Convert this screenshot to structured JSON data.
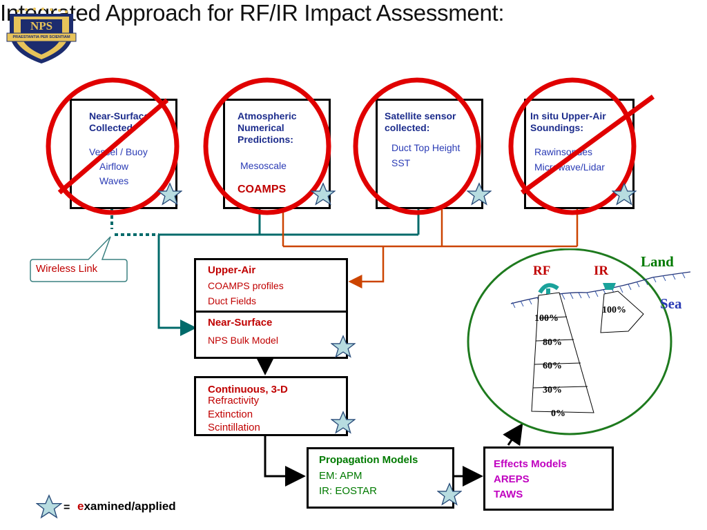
{
  "title": "Integrated Approach for RF/IR Impact Assessment:",
  "logo": {
    "text": "NPS",
    "motto": "PRAESTANTIA PER SCIENTIAM"
  },
  "sources": [
    {
      "heading": "Near-Surface Collected:",
      "lines": [
        "Vessel / Buoy",
        "Airflow",
        "Waves"
      ],
      "status": "crossed-out"
    },
    {
      "heading": "Atmospheric Numerical Predictions:",
      "lines": [
        "Mesoscale"
      ],
      "highlight": "COAMPS",
      "status": "circled"
    },
    {
      "heading": "Satellite sensor collected:",
      "lines": [
        "Duct Top Height",
        "SST"
      ],
      "status": "circled"
    },
    {
      "heading": "In situ Upper-Air Soundings:",
      "lines": [
        "Rawinsondes",
        "Microwave/Lidar"
      ],
      "status": "crossed-out"
    }
  ],
  "wireless_link": "Wireless Link",
  "upper_air": {
    "heading": "Upper-Air",
    "lines": [
      "COAMPS profiles",
      "Duct Fields"
    ]
  },
  "near_surface": {
    "heading": "Near-Surface",
    "lines": [
      "NPS Bulk Model"
    ]
  },
  "continuous": {
    "heading": "Continuous, 3-D",
    "lines": [
      "Refractivity",
      "Extinction",
      "Scintillation"
    ]
  },
  "propagation": {
    "heading": "Propagation Models",
    "lines": [
      "EM:  APM",
      "IR:  EOSTAR"
    ]
  },
  "effects": {
    "heading": "Effects Models",
    "lines": [
      "AREPS",
      "TAWS"
    ]
  },
  "inset": {
    "land": "Land",
    "sea": "Sea",
    "rf": "RF",
    "ir": "IR",
    "ir_level": "100%",
    "rf_levels": [
      "100%",
      "80%",
      "60%",
      "30%",
      "0%"
    ]
  },
  "legend": {
    "equals": "=",
    "first_letter": "e",
    "rest": "xamined/applied"
  },
  "colors": {
    "circle": "#e00000",
    "star_fill": "#b7dce0",
    "teal": "#006a6a",
    "orange": "#cc4400",
    "inset_border": "#1e7a1e"
  }
}
